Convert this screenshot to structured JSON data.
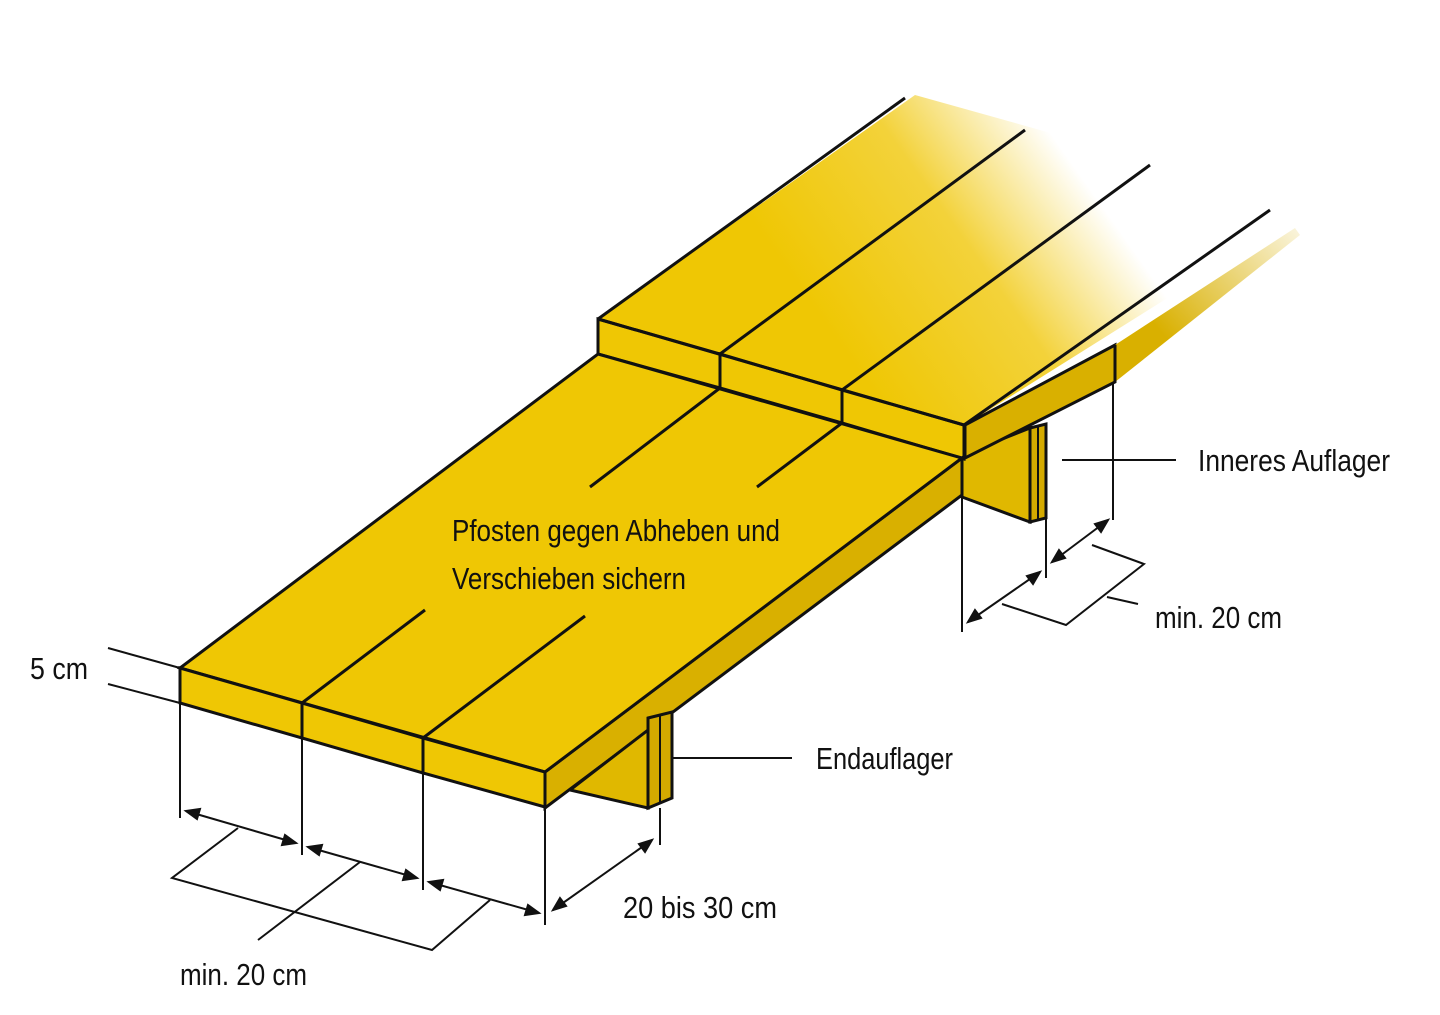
{
  "colors": {
    "wood_top": "#efc704",
    "wood_side": "#d9b000",
    "wood_support": "#e0b800",
    "outline": "#111111"
  },
  "labels": {
    "instruction_line1": "Pfosten gegen Abheben und",
    "instruction_line2": "Verschieben sichern",
    "inner_support": "Inneres Auflager",
    "end_support": "Endauflager",
    "thickness": "5 cm",
    "overlap_inner": "min. 20 cm",
    "board_width": "min. 20 cm",
    "overhang": "20 bis 30 cm"
  }
}
